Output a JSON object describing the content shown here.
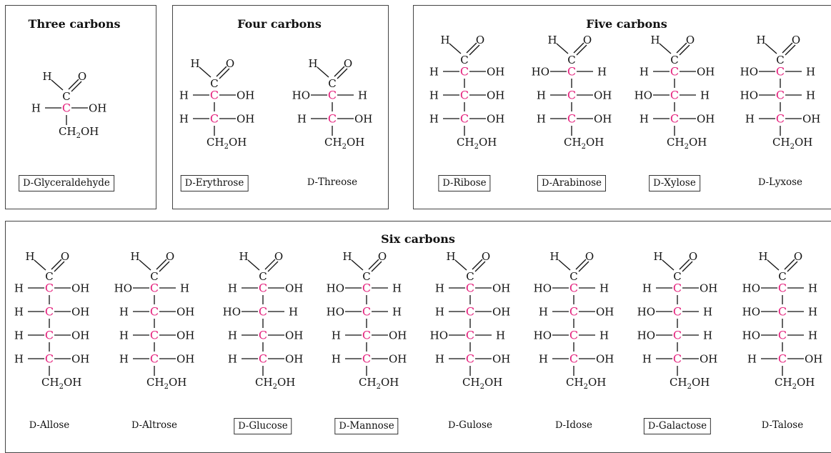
{
  "config": {
    "chiral_color": "#e4207c",
    "bond_color": "#111111"
  },
  "panels": [
    {
      "id": "three",
      "title": "Three carbons"
    },
    {
      "id": "four",
      "title": "Four carbons"
    },
    {
      "id": "five",
      "title": "Five carbons"
    },
    {
      "id": "six",
      "title": "Six carbons"
    }
  ],
  "labels": {
    "H": "H",
    "O": "O",
    "C": "C",
    "OH": "OH",
    "HO": "HO",
    "CH2OH_pre": "CH",
    "CH2OH_sub": "2",
    "CH2OH_post": "OH"
  },
  "structures": [
    {
      "panel": "three",
      "name": "Glyceraldehyde",
      "prefix": "D-",
      "boxed": true,
      "config": [
        "R"
      ]
    },
    {
      "panel": "four",
      "name": "Erythrose",
      "prefix": "D-",
      "boxed": true,
      "config": [
        "R",
        "R"
      ]
    },
    {
      "panel": "four",
      "name": "Threose",
      "prefix": "D-",
      "boxed": false,
      "config": [
        "L",
        "R"
      ]
    },
    {
      "panel": "five",
      "name": "Ribose",
      "prefix": "D-",
      "boxed": true,
      "config": [
        "R",
        "R",
        "R"
      ]
    },
    {
      "panel": "five",
      "name": "Arabinose",
      "prefix": "D-",
      "boxed": true,
      "config": [
        "L",
        "R",
        "R"
      ]
    },
    {
      "panel": "five",
      "name": "Xylose",
      "prefix": "D-",
      "boxed": true,
      "config": [
        "R",
        "L",
        "R"
      ]
    },
    {
      "panel": "five",
      "name": "Lyxose",
      "prefix": "D-",
      "boxed": false,
      "config": [
        "L",
        "L",
        "R"
      ]
    },
    {
      "panel": "six",
      "name": "Allose",
      "prefix": "D-",
      "boxed": false,
      "config": [
        "R",
        "R",
        "R",
        "R"
      ]
    },
    {
      "panel": "six",
      "name": "Altrose",
      "prefix": "D-",
      "boxed": false,
      "config": [
        "L",
        "R",
        "R",
        "R"
      ]
    },
    {
      "panel": "six",
      "name": "Glucose",
      "prefix": "D-",
      "boxed": true,
      "config": [
        "R",
        "L",
        "R",
        "R"
      ]
    },
    {
      "panel": "six",
      "name": "Mannose",
      "prefix": "D-",
      "boxed": true,
      "config": [
        "L",
        "L",
        "R",
        "R"
      ]
    },
    {
      "panel": "six",
      "name": "Gulose",
      "prefix": "D-",
      "boxed": false,
      "config": [
        "R",
        "R",
        "L",
        "R"
      ]
    },
    {
      "panel": "six",
      "name": "Idose",
      "prefix": "D-",
      "boxed": false,
      "config": [
        "L",
        "R",
        "L",
        "R"
      ]
    },
    {
      "panel": "six",
      "name": "Galactose",
      "prefix": "D-",
      "boxed": true,
      "config": [
        "R",
        "L",
        "L",
        "R"
      ]
    },
    {
      "panel": "six",
      "name": "Talose",
      "prefix": "D-",
      "boxed": false,
      "config": [
        "L",
        "L",
        "L",
        "R"
      ]
    }
  ]
}
